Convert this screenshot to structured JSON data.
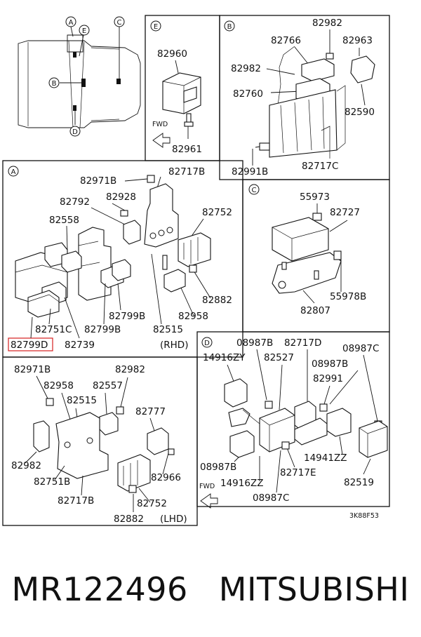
{
  "sections": {
    "E": {
      "tag": "E",
      "labels": [
        "82960",
        "82961"
      ],
      "fwd": "FWD"
    },
    "B": {
      "tag": "B",
      "labels": [
        "82982",
        "82766",
        "82963",
        "82982",
        "82760",
        "82590",
        "82991B",
        "82717C"
      ]
    },
    "A": {
      "tag": "A",
      "labels": [
        "82971B",
        "82717B",
        "82792",
        "82928",
        "82752",
        "82558",
        "82882",
        "82799B",
        "82958",
        "82751C",
        "82799B",
        "82515",
        "82799D",
        "82739"
      ],
      "variant": "(RHD)",
      "highlighted": "82799D"
    },
    "A_lhd": {
      "labels": [
        "82971B",
        "82982",
        "82958",
        "82557",
        "82515",
        "82777",
        "82982",
        "82966",
        "82751B",
        "82717B",
        "82752",
        "82882"
      ],
      "variant": "(LHD)"
    },
    "C": {
      "tag": "C",
      "labels": [
        "55973",
        "82727",
        "55978B",
        "82807"
      ]
    },
    "D": {
      "tag": "D",
      "labels": [
        "08987B",
        "82717D",
        "08987C",
        "14916ZY",
        "82527",
        "08987B",
        "82991",
        "14941ZZ",
        "08987B",
        "14916ZZ",
        "82717E",
        "82519",
        "08987C"
      ],
      "fwd": "FWD"
    },
    "car": {
      "callouts": [
        "A",
        "E",
        "C",
        "B",
        "D"
      ]
    }
  },
  "code": "3K88F53",
  "footer": {
    "part_number": "MR122496",
    "brand": "MITSUBISHI"
  }
}
